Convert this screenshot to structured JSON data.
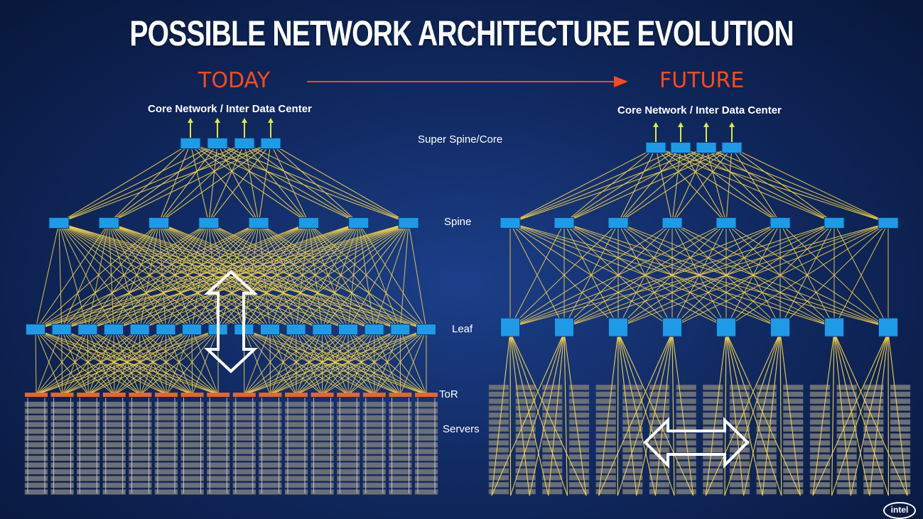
{
  "title": "POSSIBLE NETWORK ARCHITECTURE EVOLUTION",
  "today": {
    "heading": "TODAY",
    "core_label": "Core Network / Inter Data Center"
  },
  "future": {
    "heading": "FUTURE",
    "core_label": "Core Network / Inter Data Center"
  },
  "tiers": {
    "super_spine": "Super Spine/Core",
    "spine": "Spine",
    "leaf": "Leaf",
    "tor": "ToR",
    "servers": "Servers"
  },
  "logo": "intel",
  "colors": {
    "link": "#f2d04a",
    "switch": "#1e9be6",
    "tor": "#e8642a",
    "arrow_up": "#d9e94a",
    "heading": "#ff4a1c",
    "server": "#6b6f78"
  }
}
